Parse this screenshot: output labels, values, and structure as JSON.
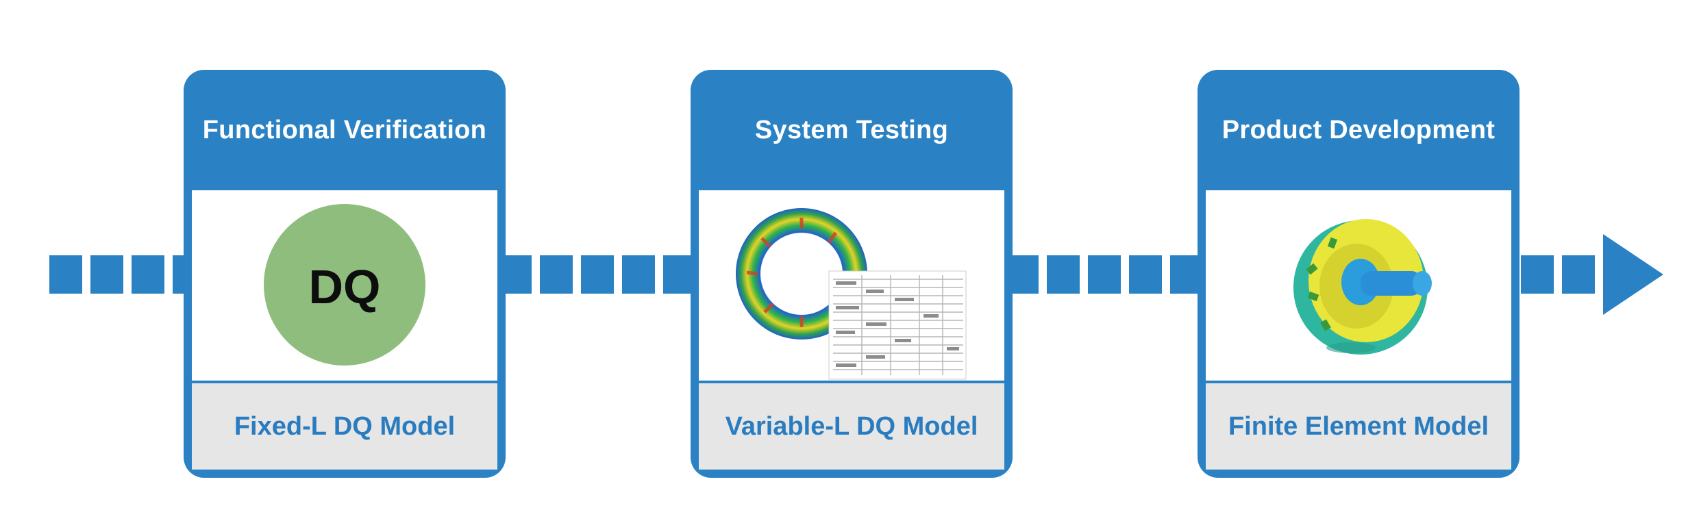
{
  "colors": {
    "primary_blue": "#2a82c4",
    "label_text_blue": "#2a7cc0",
    "label_panel_gray": "#e6e6e6",
    "dq_circle_green": "#8fbd7e"
  },
  "stages": [
    {
      "title": "Functional Verification",
      "model": "Fixed-L DQ Model",
      "image_text": "DQ",
      "image_icon": "dq-circle-icon"
    },
    {
      "title": "System Testing",
      "model": "Variable-L DQ Model",
      "image_icon": "motor-fea-with-table-icon"
    },
    {
      "title": "Product Development",
      "model": "Finite Element Model",
      "image_icon": "motor-3d-fea-icon"
    }
  ],
  "flow": {
    "arrow_icon": "right-arrow-icon"
  }
}
